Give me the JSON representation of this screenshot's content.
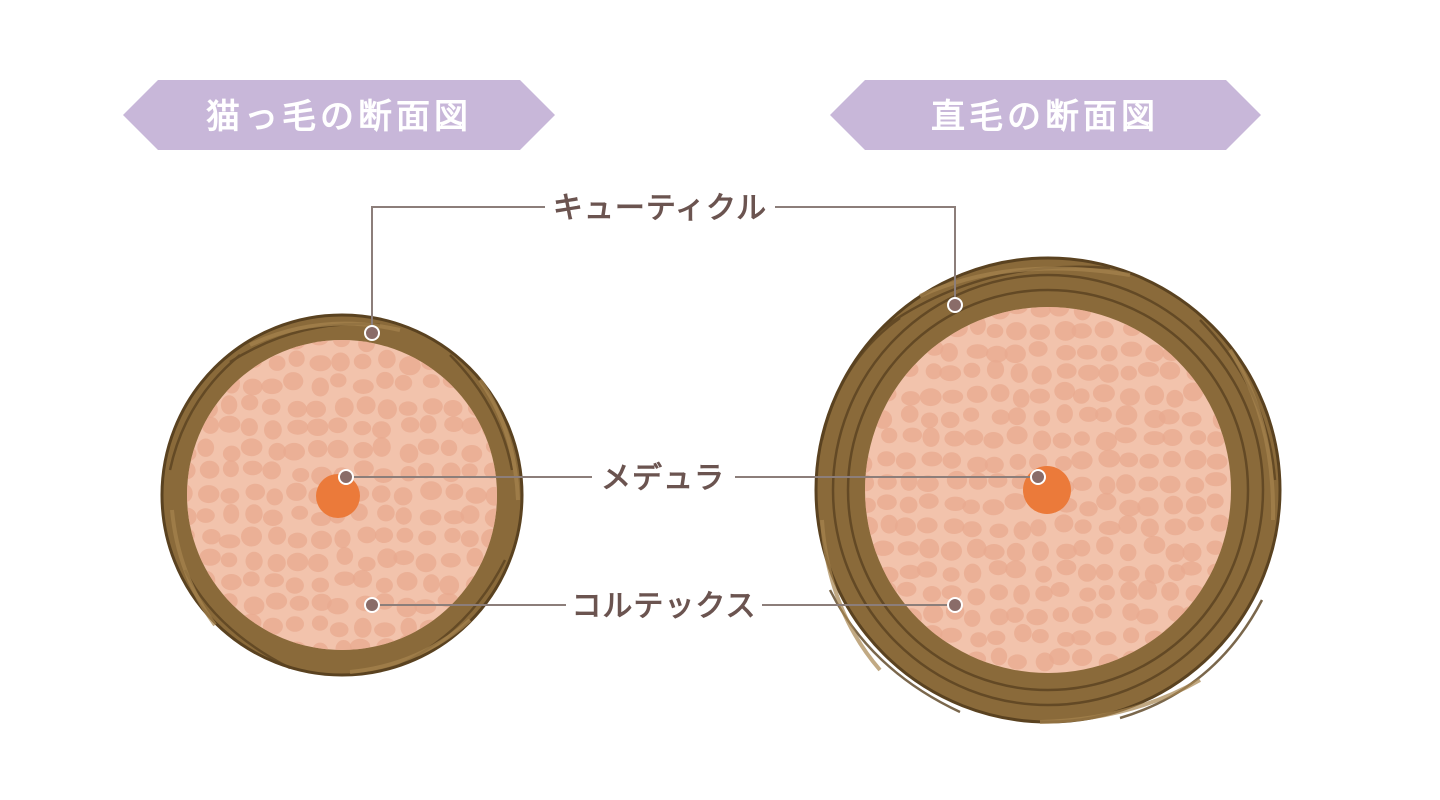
{
  "headings": {
    "left": "猫っ毛の断面図",
    "right": "直毛の断面図"
  },
  "callouts": {
    "cuticle": "キューティクル",
    "medulla": "メデュラ",
    "cortex": "コルテックス"
  },
  "colors": {
    "banner": "#c8b7d9",
    "cuticle": "#8a6a3a",
    "cuticle_dark": "#5a4220",
    "cuticle_light": "#a7844e",
    "cortex": "#f2c3ac",
    "cortex_cell": "#e8a98f",
    "medulla": "#eb7a3a",
    "line": "#8c7e7a",
    "label": "#6b5450"
  }
}
